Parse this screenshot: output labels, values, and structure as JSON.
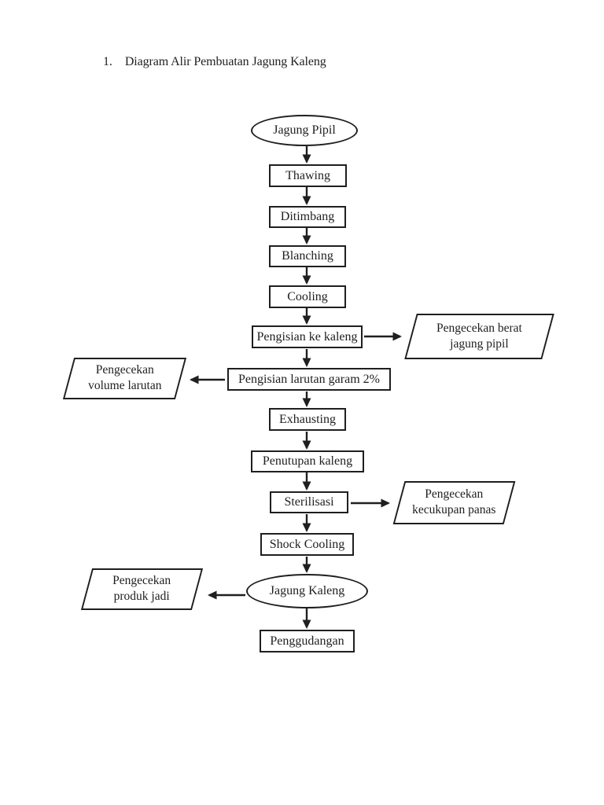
{
  "document": {
    "list_number": "1.",
    "title": "Diagram Alir Pembuatan Jagung Kaleng"
  },
  "flowchart": {
    "colors": {
      "stroke": "#1f1f1f",
      "fill": "#ffffff",
      "text": "#1f1f1f"
    },
    "nodes": [
      {
        "id": "jagung-pipil",
        "type": "terminator",
        "label": "Jagung Pipil"
      },
      {
        "id": "thawing",
        "type": "process",
        "label": "Thawing"
      },
      {
        "id": "ditimbang",
        "type": "process",
        "label": "Ditimbang"
      },
      {
        "id": "blanching",
        "type": "process",
        "label": "Blanching"
      },
      {
        "id": "cooling",
        "type": "process",
        "label": "Cooling"
      },
      {
        "id": "pengisian-ke-kaleng",
        "type": "process",
        "label": "Pengisian ke kaleng"
      },
      {
        "id": "pengisian-larutan-garam",
        "type": "process",
        "label": "Pengisian larutan garam 2%"
      },
      {
        "id": "exhausting",
        "type": "process",
        "label": "Exhausting"
      },
      {
        "id": "penutupan-kaleng",
        "type": "process",
        "label": "Penutupan kaleng"
      },
      {
        "id": "sterilisasi",
        "type": "process",
        "label": "Sterilisasi"
      },
      {
        "id": "shock-cooling",
        "type": "process",
        "label": "Shock Cooling"
      },
      {
        "id": "jagung-kaleng",
        "type": "terminator",
        "label": "Jagung Kaleng"
      },
      {
        "id": "penggudangan",
        "type": "process",
        "label": "Penggudangan"
      }
    ],
    "checks": [
      {
        "id": "pengecekan-berat-jagung-pipil",
        "side": "right",
        "attached_to": "Pengisian ke kaleng",
        "lines": [
          "Pengecekan berat",
          "jagung pipil"
        ]
      },
      {
        "id": "pengecekan-volume-larutan",
        "side": "left",
        "attached_to": "Pengisian larutan garam 2%",
        "lines": [
          "Pengecekan",
          "volume larutan"
        ]
      },
      {
        "id": "pengecekan-kecukupan-panas",
        "side": "right",
        "attached_to": "Sterilisasi",
        "lines": [
          "Pengecekan",
          "kecukupan panas"
        ]
      },
      {
        "id": "pengecekan-produk-jadi",
        "side": "left",
        "attached_to": "Jagung Kaleng",
        "lines": [
          "Pengecekan",
          "produk jadi"
        ]
      }
    ]
  }
}
